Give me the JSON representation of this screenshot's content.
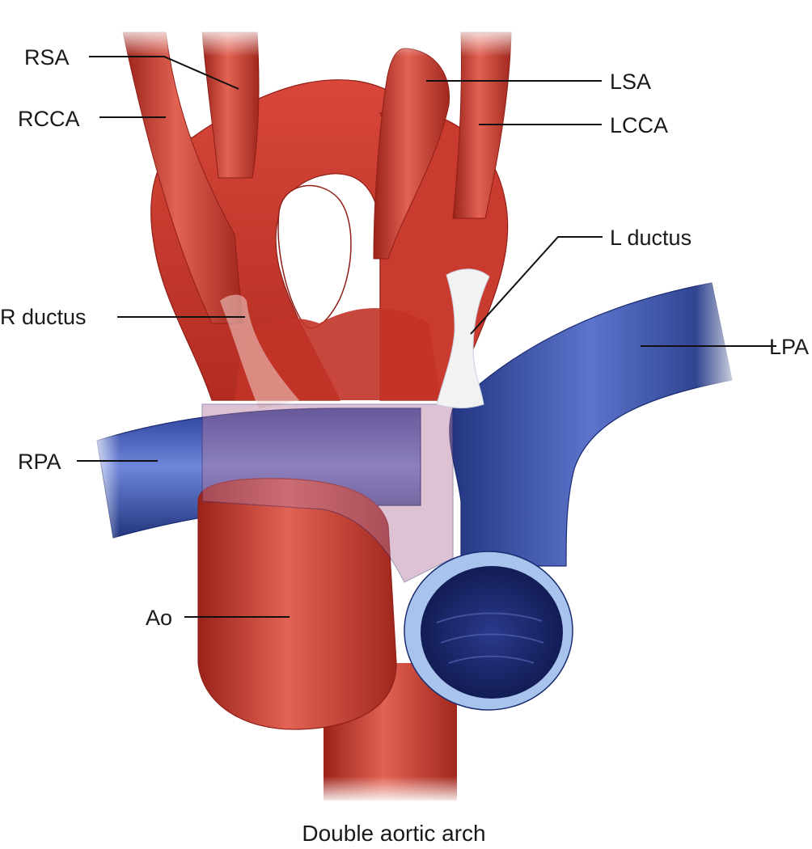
{
  "caption": "Double aortic arch",
  "labels": {
    "rsa": "RSA",
    "rcca": "RCCA",
    "lsa": "LSA",
    "lcca": "LCCA",
    "l_ductus": "L ductus",
    "r_ductus": "R ductus",
    "lpa": "LPA",
    "rpa": "RPA",
    "ao": "Ao"
  },
  "colors": {
    "artery": "#c8372c",
    "artery_highlight": "#e8675b",
    "artery_shadow": "#8f1f18",
    "pulmonary": "#2f47a8",
    "pulmonary_highlight": "#6f86da",
    "pulmonary_shadow": "#1c2c72",
    "pulmonary_rim": "#a9c4ec",
    "ductus": "#f2f2f2"
  }
}
